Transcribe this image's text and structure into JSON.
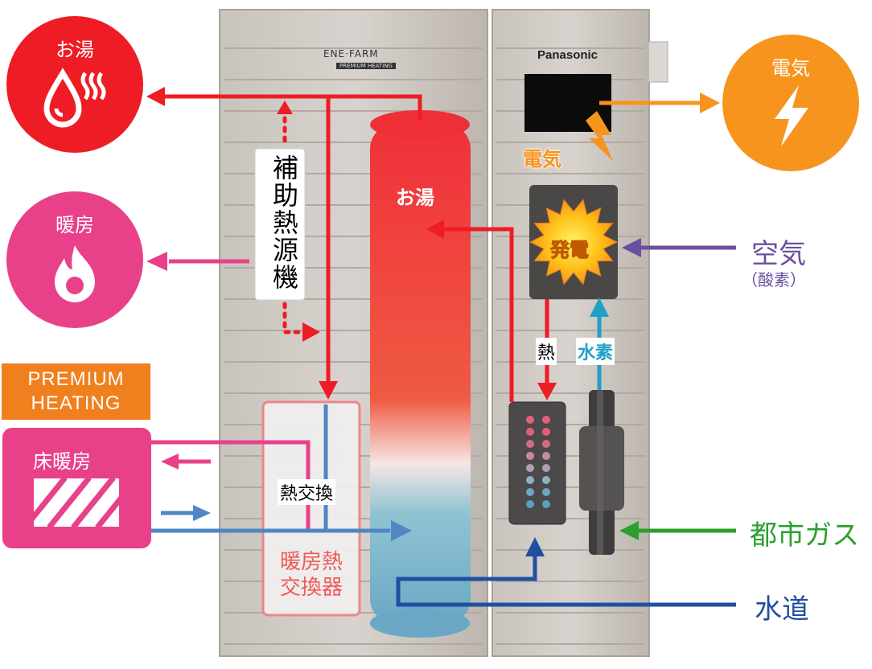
{
  "brand": {
    "product_logo": "ENE·FARM",
    "product_sub": "PREMIUM HEATING",
    "maker": "Panasonic"
  },
  "outputs": {
    "hot_water": {
      "label": "お湯",
      "icon": "hot-water-drop-icon",
      "color": "#ee1c24"
    },
    "heating": {
      "label": "暖房",
      "icon": "flame-icon",
      "color": "#e8418a"
    },
    "electricity": {
      "label": "電気",
      "icon": "lightning-icon",
      "color": "#f7941d"
    }
  },
  "inputs": {
    "air": {
      "label": "空気",
      "sub": "（酸素）",
      "color": "#6a4fa0"
    },
    "city_gas": {
      "label": "都市ガス",
      "color": "#2ca02c"
    },
    "water_supply": {
      "label": "水道",
      "color": "#1f4fa0"
    }
  },
  "premium_badge": {
    "line1": "PREMIUM",
    "line2": "HEATING",
    "color": "#f07f1e"
  },
  "floor_heating": {
    "label": "床暖房",
    "color": "#e8418a"
  },
  "unit_labels": {
    "aux_heat_source": "補助熱源機",
    "tank_hot_water": "お湯",
    "heat_exchange": "熱交換",
    "heating_heat_exchanger": "暖房熱交換器",
    "power_generation": "発電",
    "electricity": "電気",
    "heat": "熱",
    "hydrogen": "水素"
  }
}
